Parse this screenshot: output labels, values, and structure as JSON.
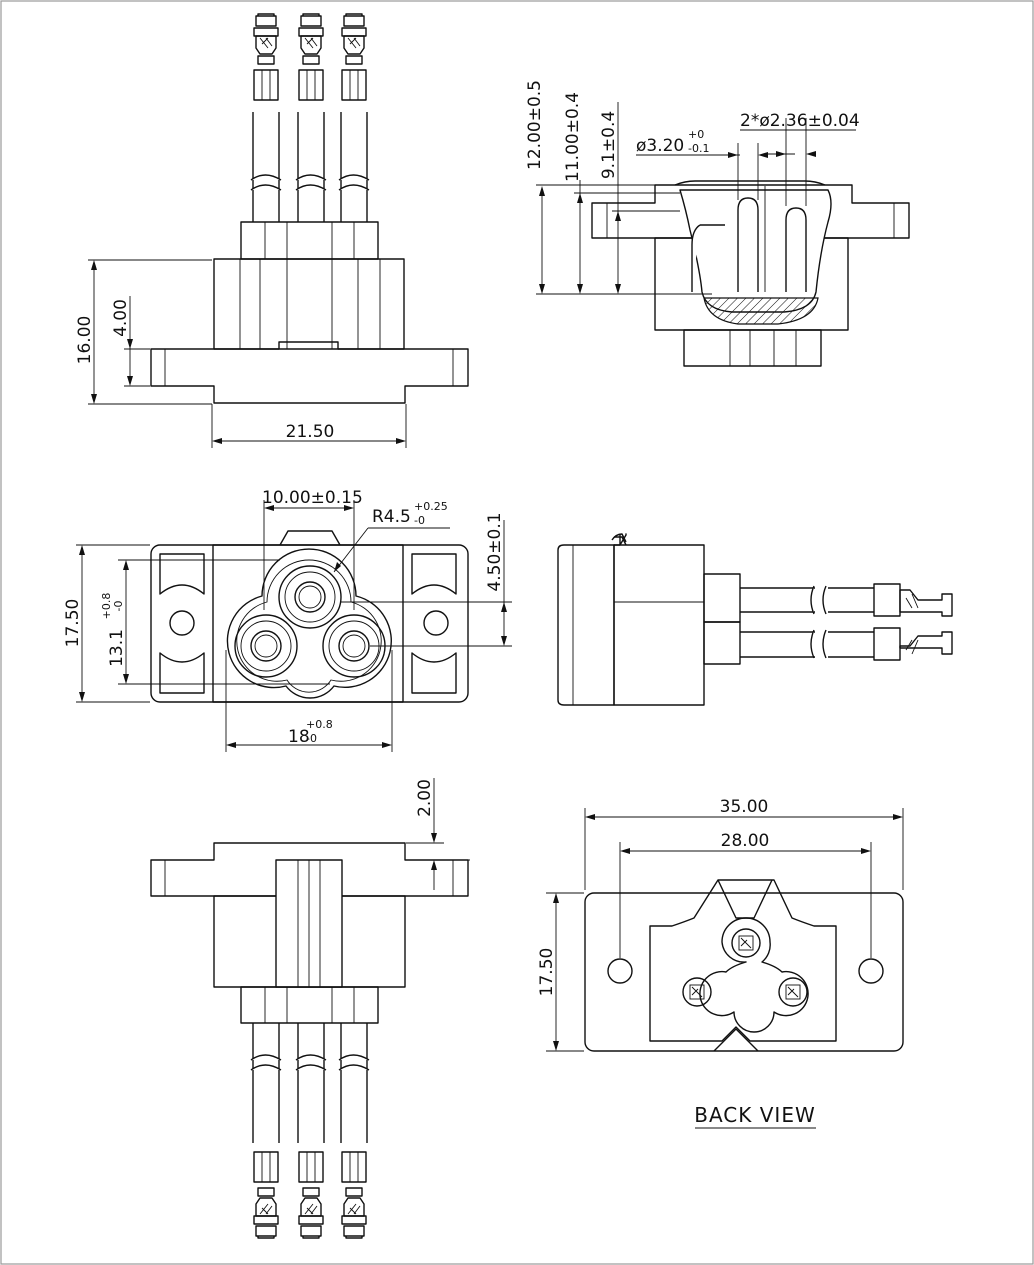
{
  "views": {
    "top_side": {
      "height": "16.00",
      "flange": "4.00",
      "width": "21.50"
    },
    "section": {
      "h1": "12.00±0.5",
      "h2": "11.00±0.4",
      "h3": "9.1±0.4",
      "pin_hole": "2*ø2.36±0.04",
      "bore_base": "ø3.20",
      "bore_sup": "+0",
      "bore_sub": "-0.1"
    },
    "front": {
      "spacing": "10.00±0.15",
      "radius_base": "R4.5",
      "radius_sup": "+0.25",
      "radius_sub": "-0",
      "height": "17.50",
      "inner_base": "13.1",
      "inner_sup": "+0.8",
      "inner_sub": "-0",
      "offset": "4.50±0.1",
      "width_base": "18",
      "width_sup": "+0.8",
      "width_sub": "-0"
    },
    "bottom_side": {
      "step": "2.00"
    },
    "back": {
      "width": "35.00",
      "holes": "28.00",
      "height": "17.50",
      "title": "BACK VIEW"
    }
  }
}
